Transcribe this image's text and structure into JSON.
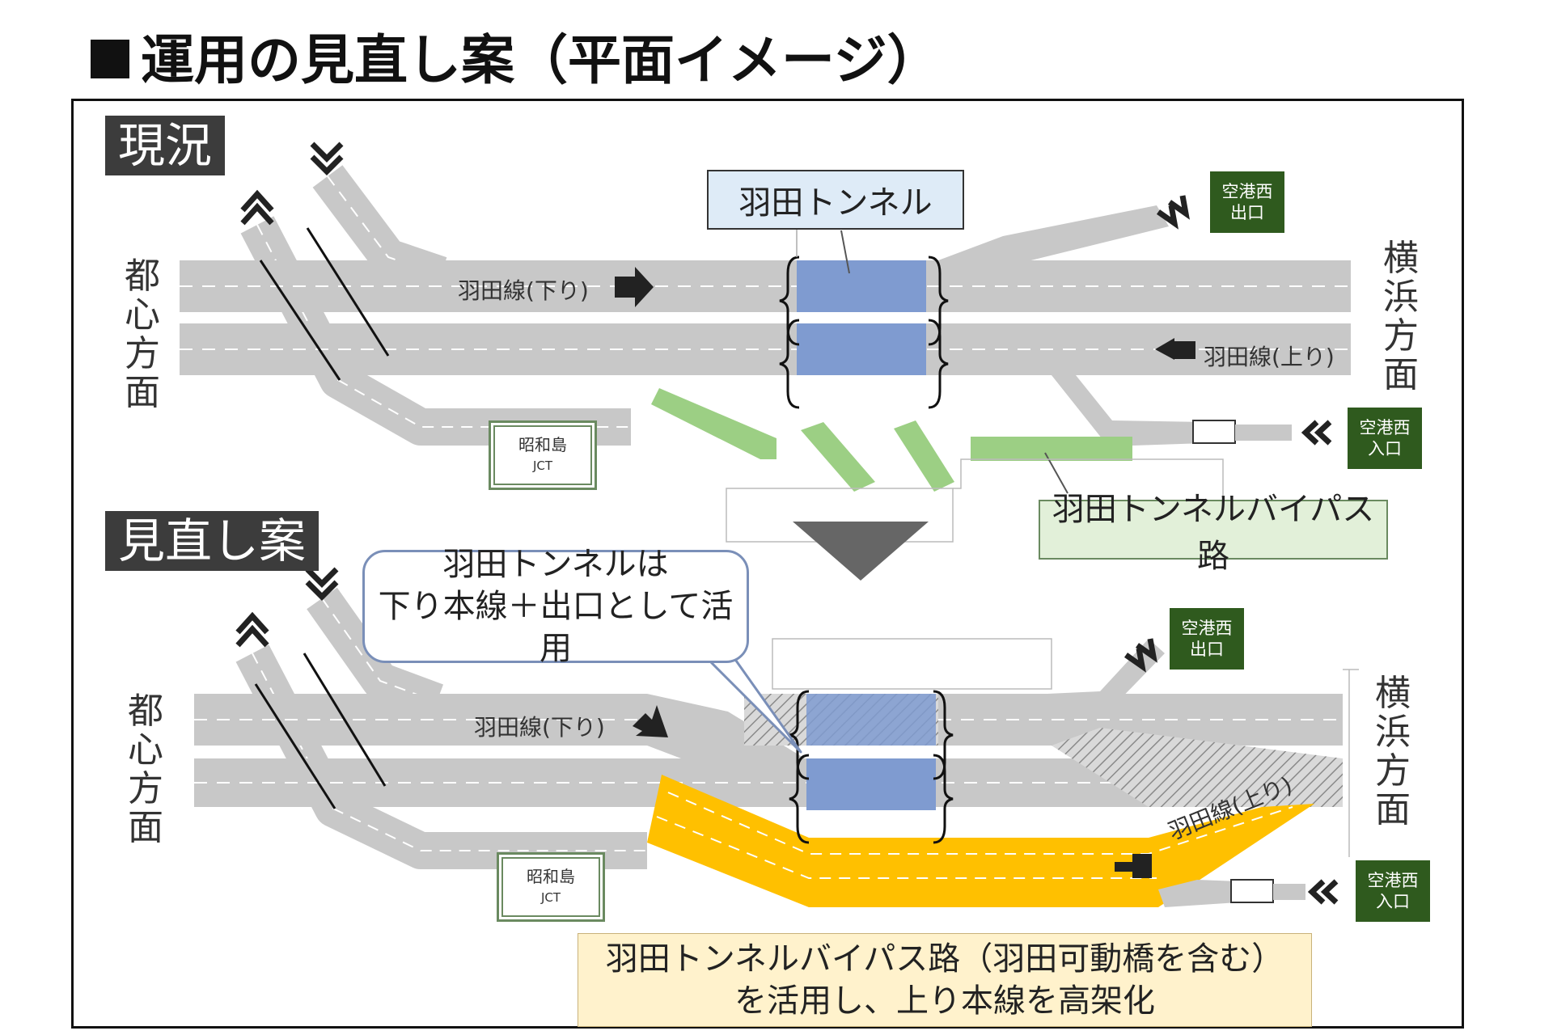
{
  "title": "運用の見直し案（平面イメージ）",
  "colors": {
    "road": "#c8c8c8",
    "lane_dash": "#ffffff",
    "tunnel": "#7f9bd0",
    "bypass_current": "#9ccf84",
    "bypass_plan": "#ffc000",
    "sign_bg": "#2f5a1e",
    "stage_label_bg": "#3c3c3c"
  },
  "current": {
    "label": "現況",
    "direction_left": "都心方面",
    "direction_right": "横浜方面",
    "tunnel_callout": "羽田トンネル",
    "road_down": "羽田線(下り)",
    "road_up": "羽田線(上り)",
    "exit_sign": "空港西\n出口",
    "entrance_sign": "空港西\n入口",
    "jct_name": "昭和島",
    "jct_sub": "JCT",
    "bypass_callout": "羽田トンネルバイパス路"
  },
  "plan": {
    "label": "見直し案",
    "direction_left": "都心方面",
    "direction_right": "横浜方面",
    "tunnel_callout": "羽田トンネルは\n下り本線＋出口として活用",
    "road_down": "羽田線(下り)",
    "road_up": "羽田線(上り)",
    "exit_sign": "空港西\n出口",
    "entrance_sign": "空港西\n入口",
    "jct_name": "昭和島",
    "jct_sub": "JCT",
    "bypass_callout": "羽田トンネルバイパス路（羽田可動橋を含む）\nを活用し、上り本線を高架化"
  },
  "icons": {
    "arrow": "solid-arrow-icon",
    "chevrons": "double-chevron-icon"
  }
}
